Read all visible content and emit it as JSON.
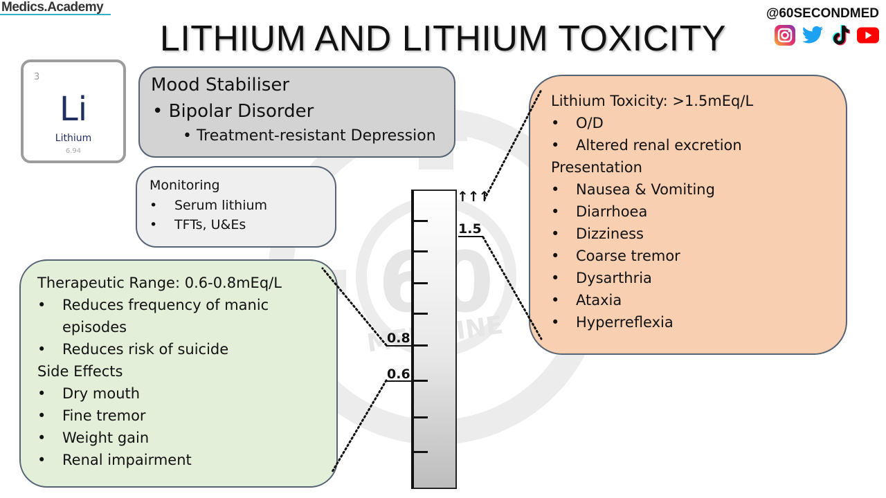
{
  "brand": "Medics.Academy",
  "handle": "@60SECONDMED",
  "title": "LITHIUM AND LITHIUM TOXICITY",
  "social_icons": [
    "instagram-icon",
    "twitter-icon",
    "tiktok-icon",
    "youtube-icon"
  ],
  "element": {
    "number": "3",
    "symbol": "Li",
    "name": "Lithium",
    "weight": "6.94"
  },
  "mood": {
    "heading": "Mood Stabiliser",
    "bullet": "• Bipolar Disorder",
    "sub": "• Treatment-resistant Depression"
  },
  "monitoring": {
    "heading": "Monitoring",
    "items": [
      "Serum lithium",
      "TFTs, U&Es"
    ]
  },
  "therapeutic": {
    "heading": "Therapeutic Range: 0.6-0.8mEq/L",
    "benefit_1a": "Reduces frequency of manic",
    "benefit_1b": "episodes",
    "benefit_2": "Reduces risk of suicide",
    "side_heading": "Side Effects",
    "side_effects": [
      "Dry mouth",
      "Fine tremor",
      "Weight gain",
      "Renal impairment"
    ]
  },
  "toxicity": {
    "heading": "Lithium Toxicity: >1.5mEq/L",
    "causes": [
      "O/D",
      "Altered renal excretion"
    ],
    "presentation_heading": "Presentation",
    "presentation": [
      "Nausea & Vomiting",
      "Diarrhoea",
      "Dizziness",
      "Coarse tremor",
      "Dysarthria",
      "Ataxia",
      "Hyperreflexia"
    ]
  },
  "gauge": {
    "arrows": "↑↑↑",
    "label_high": "1.5",
    "label_mid": "0.8",
    "label_low": "0.6"
  },
  "bullet": "•",
  "colors": {
    "mood": "#d3d3d3",
    "monitoring": "#efefef",
    "therapeutic": "#e3efd9",
    "toxicity": "#f8cfb1",
    "accent": "#2eb3c8"
  }
}
